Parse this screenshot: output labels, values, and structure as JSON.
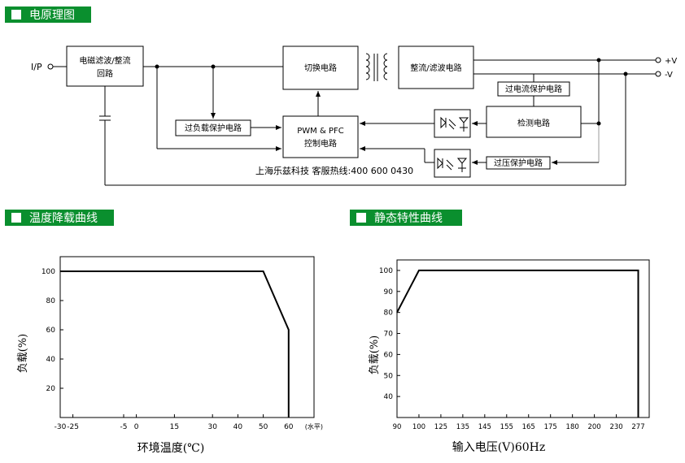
{
  "sections": {
    "block_diagram": "电原理图",
    "derating_curve": "温度降载曲线",
    "static_curve": "静态特性曲线"
  },
  "block_diagram": {
    "input_label": "I/P",
    "emi_filter": [
      "电磁滤波/整流",
      "回路"
    ],
    "switching": "切换电路",
    "rectifier_filter": "整流/滤波电路",
    "overload_protection": "过负载保护电路",
    "pwm_line1": "PWM & PFC",
    "pwm_line2": "控制电路",
    "overcurrent_protection": "过电流保护电路",
    "detection": "检测电路",
    "overvoltage_protection": "过压保护电路",
    "output_pos": "+V",
    "output_neg": "-V",
    "hotline": "上海乐兹科技 客服热线:400 600 0430"
  },
  "chart_data": [
    {
      "type": "line",
      "title": "温度降载曲线",
      "xlabel": "环境温度(℃)",
      "ylabel": "负载(%)",
      "x_unit_note": "(水平)",
      "xticks": [
        -30,
        -25,
        -5,
        0,
        15,
        30,
        40,
        50,
        60
      ],
      "yticks": [
        20,
        40,
        60,
        80,
        100
      ],
      "xlim": [
        -30,
        70
      ],
      "ylim": [
        0,
        110
      ],
      "series": [
        {
          "x": [
            -30,
            50,
            60,
            60
          ],
          "y": [
            100,
            100,
            60,
            0
          ]
        }
      ],
      "grid": false
    },
    {
      "type": "line",
      "title": "静态特性曲线",
      "xlabel": "输入电压(V)60Hz",
      "ylabel": "负载(%)",
      "xticks": [
        90,
        100,
        125,
        135,
        145,
        155,
        165,
        175,
        180,
        200,
        230,
        277
      ],
      "yticks": [
        40,
        50,
        60,
        70,
        80,
        90,
        100
      ],
      "ylim": [
        30,
        105
      ],
      "series": [
        {
          "x": [
            90,
            100,
            277,
            277
          ],
          "y": [
            80,
            100,
            100,
            30
          ]
        }
      ],
      "grid": false
    }
  ]
}
